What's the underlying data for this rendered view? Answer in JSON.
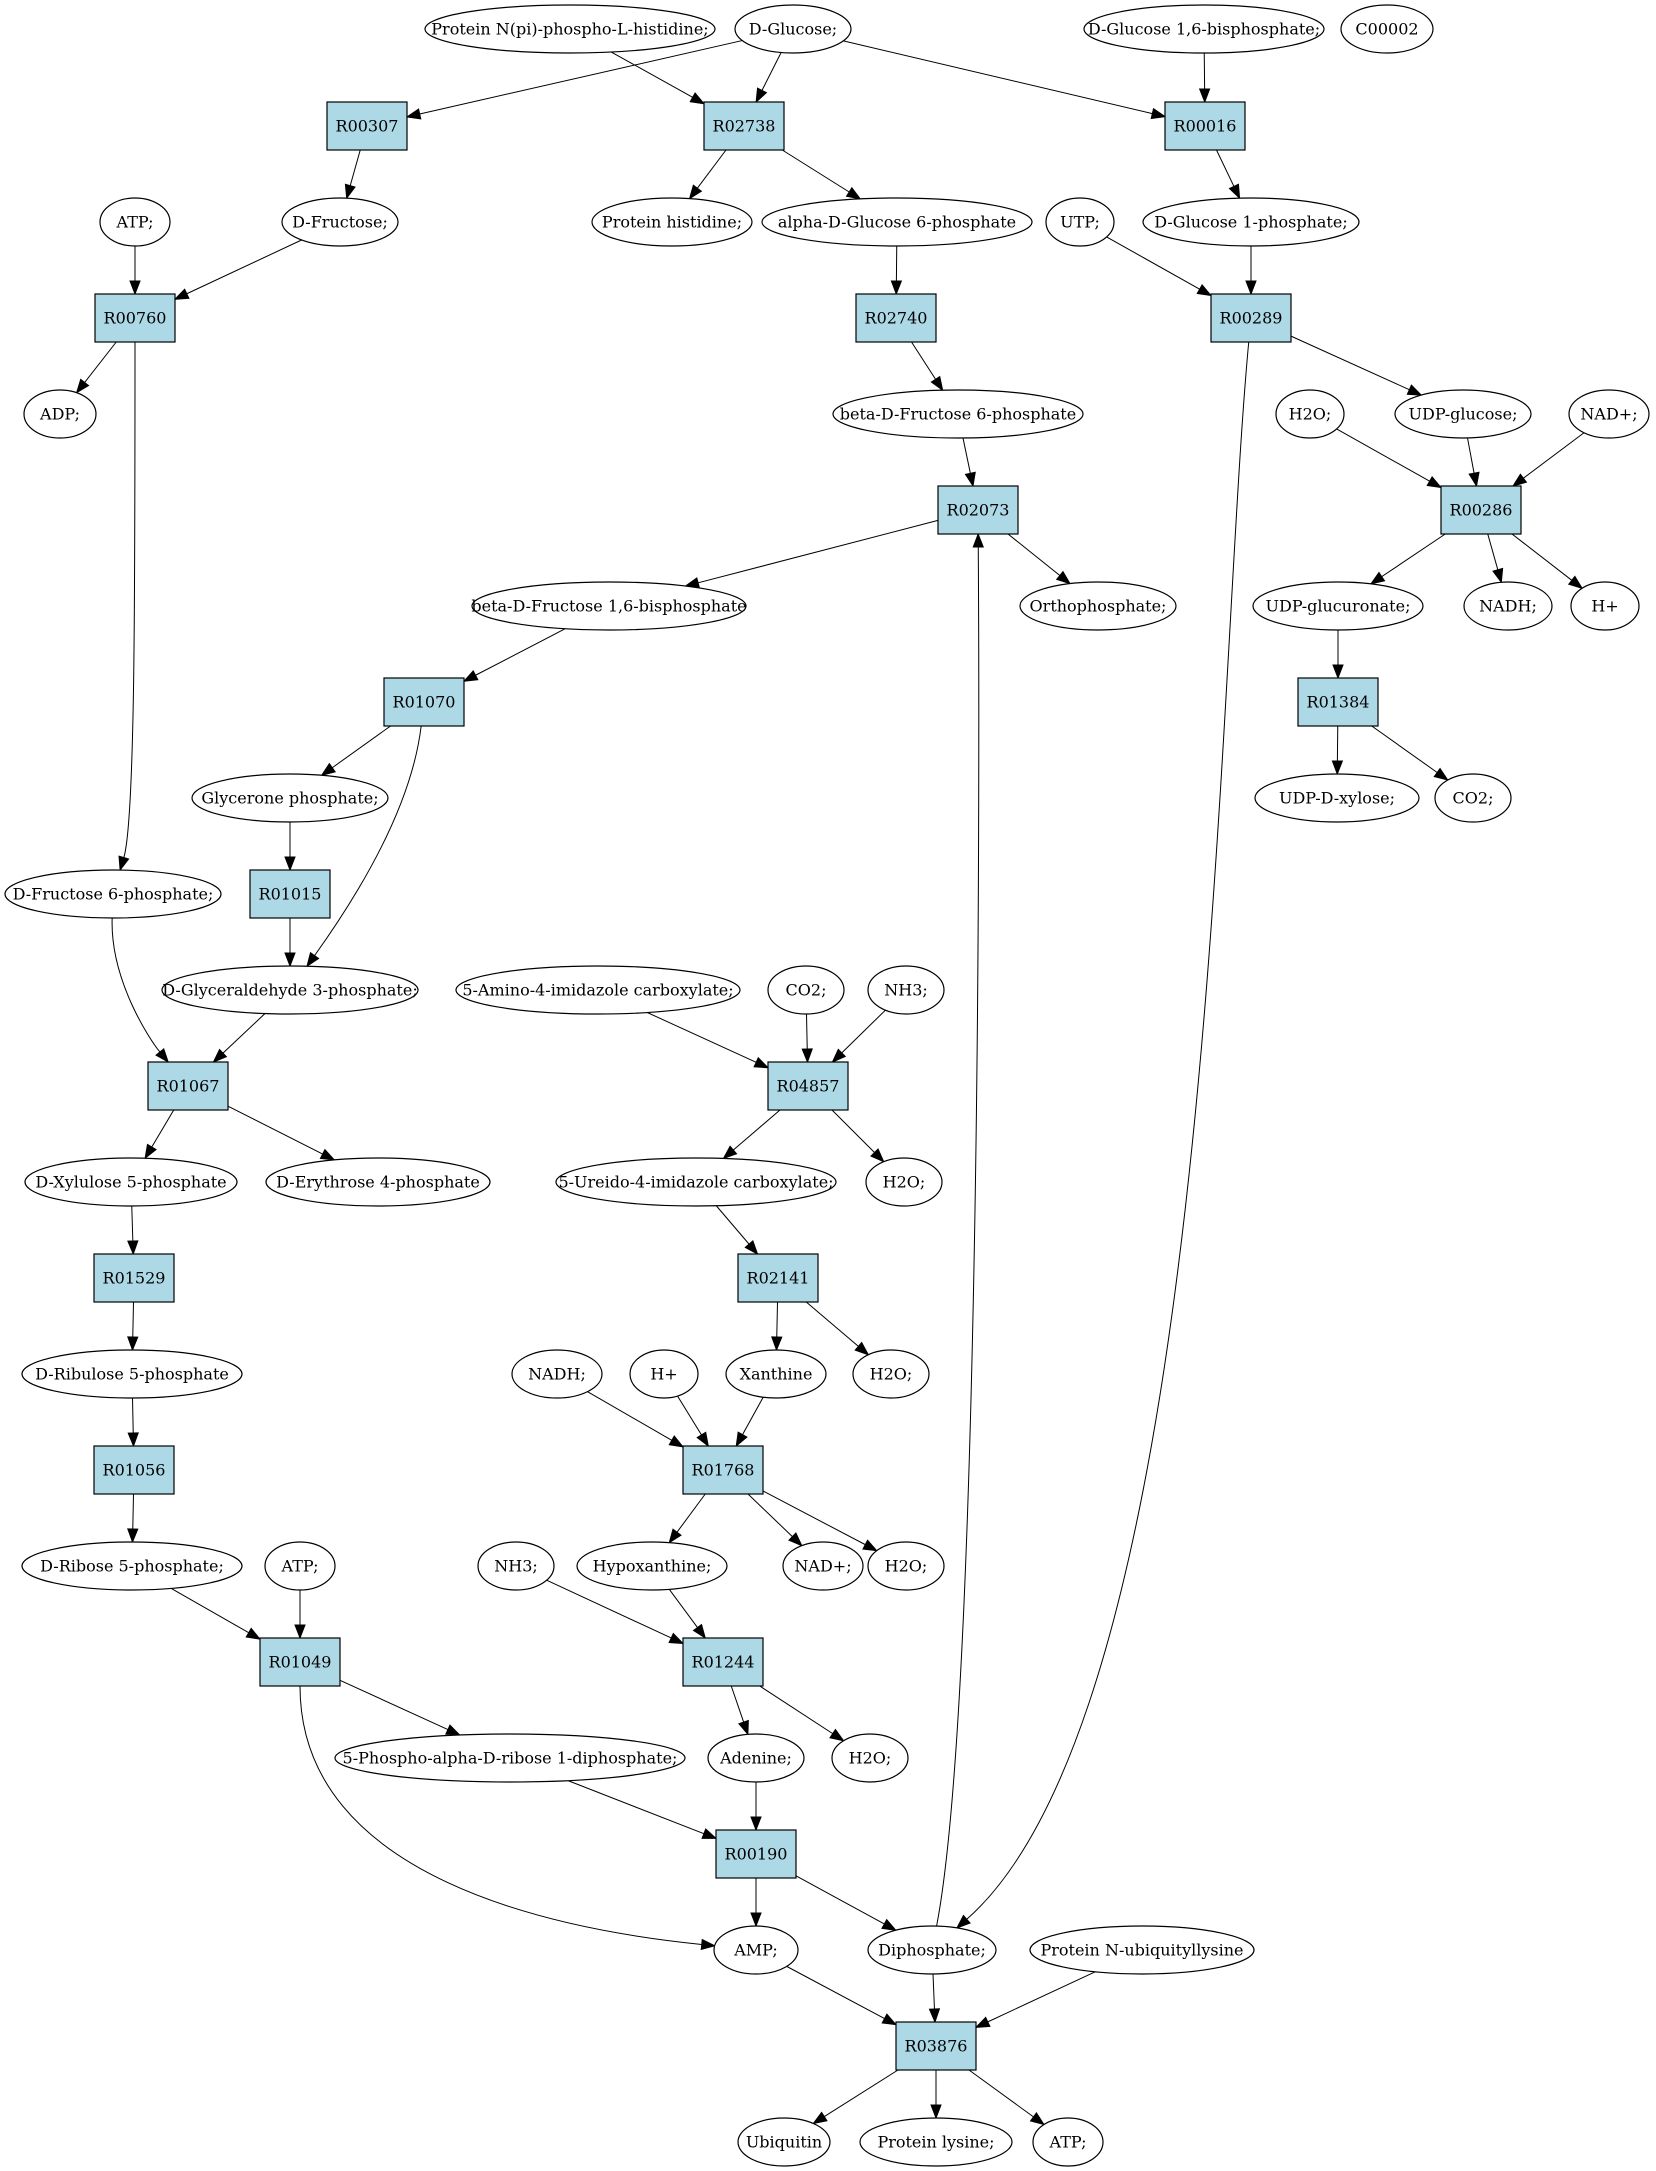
{
  "colors": {
    "reaction_fill": "#add8e6",
    "start_node": "#00ff00",
    "query_node": "#ffff00",
    "compound_fill": "#ffffff"
  },
  "nodes": [
    {
      "id": "n_protein_nphospho",
      "label": "Protein N(pi)-phospho-L-histidine;",
      "kind": "compound"
    },
    {
      "id": "n_dglucose",
      "label": "D-Glucose;",
      "kind": "compound",
      "color": "#00ff00"
    },
    {
      "id": "n_dglucose16bp",
      "label": "D-Glucose 1,6-bisphosphate;",
      "kind": "compound"
    },
    {
      "id": "n_c00002",
      "label": "C00002",
      "kind": "compound",
      "color": "#ffff00"
    },
    {
      "id": "r_R00307",
      "label": "R00307",
      "kind": "reaction"
    },
    {
      "id": "r_R02738",
      "label": "R02738",
      "kind": "reaction"
    },
    {
      "id": "r_R00016",
      "label": "R00016",
      "kind": "reaction"
    },
    {
      "id": "n_atp1",
      "label": "ATP;",
      "kind": "compound"
    },
    {
      "id": "n_dfructose",
      "label": "D-Fructose;",
      "kind": "compound"
    },
    {
      "id": "n_protein_his",
      "label": "Protein histidine;",
      "kind": "compound"
    },
    {
      "id": "n_adg6p",
      "label": "alpha-D-Glucose 6-phosphate",
      "kind": "compound"
    },
    {
      "id": "n_utp",
      "label": "UTP;",
      "kind": "compound"
    },
    {
      "id": "n_dglucose1p",
      "label": "D-Glucose 1-phosphate;",
      "kind": "compound"
    },
    {
      "id": "r_R00760",
      "label": "R00760",
      "kind": "reaction"
    },
    {
      "id": "r_R02740",
      "label": "R02740",
      "kind": "reaction"
    },
    {
      "id": "r_R00289",
      "label": "R00289",
      "kind": "reaction"
    },
    {
      "id": "n_adp",
      "label": "ADP;",
      "kind": "compound"
    },
    {
      "id": "n_bdf6p",
      "label": "beta-D-Fructose 6-phosphate",
      "kind": "compound"
    },
    {
      "id": "n_h2o_a",
      "label": "H2O;",
      "kind": "compound"
    },
    {
      "id": "n_udpglucose",
      "label": "UDP-glucose;",
      "kind": "compound"
    },
    {
      "id": "n_nadplus_a",
      "label": "NAD+;",
      "kind": "compound"
    },
    {
      "id": "r_R02073",
      "label": "R02073",
      "kind": "reaction"
    },
    {
      "id": "r_R00286",
      "label": "R00286",
      "kind": "reaction"
    },
    {
      "id": "n_bdf16bp",
      "label": "beta-D-Fructose 1,6-bisphosphate",
      "kind": "compound"
    },
    {
      "id": "n_orthophosphate",
      "label": "Orthophosphate;",
      "kind": "compound"
    },
    {
      "id": "n_udpglucuronate",
      "label": "UDP-glucuronate;",
      "kind": "compound"
    },
    {
      "id": "n_nadh_a",
      "label": "NADH;",
      "kind": "compound"
    },
    {
      "id": "n_hplus_a",
      "label": "H+",
      "kind": "compound"
    },
    {
      "id": "r_R01070",
      "label": "R01070",
      "kind": "reaction"
    },
    {
      "id": "r_R01384",
      "label": "R01384",
      "kind": "reaction"
    },
    {
      "id": "n_glyceronep",
      "label": "Glycerone phosphate;",
      "kind": "compound"
    },
    {
      "id": "n_udpxylose",
      "label": "UDP-D-xylose;",
      "kind": "compound"
    },
    {
      "id": "n_co2_a",
      "label": "CO2;",
      "kind": "compound"
    },
    {
      "id": "n_df6p",
      "label": "D-Fructose 6-phosphate;",
      "kind": "compound"
    },
    {
      "id": "r_R01015",
      "label": "R01015",
      "kind": "reaction"
    },
    {
      "id": "n_dg3p",
      "label": "D-Glyceraldehyde 3-phosphate;",
      "kind": "compound"
    },
    {
      "id": "n_aica",
      "label": "5-Amino-4-imidazole carboxylate;",
      "kind": "compound"
    },
    {
      "id": "n_co2_b",
      "label": "CO2;",
      "kind": "compound"
    },
    {
      "id": "n_nh3_a",
      "label": "NH3;",
      "kind": "compound"
    },
    {
      "id": "r_R01067",
      "label": "R01067",
      "kind": "reaction"
    },
    {
      "id": "r_R04857",
      "label": "R04857",
      "kind": "reaction"
    },
    {
      "id": "n_dx5p",
      "label": "D-Xylulose 5-phosphate",
      "kind": "compound"
    },
    {
      "id": "n_de4p",
      "label": "D-Erythrose 4-phosphate",
      "kind": "compound"
    },
    {
      "id": "n_uica",
      "label": "5-Ureido-4-imidazole carboxylate;",
      "kind": "compound"
    },
    {
      "id": "n_h2o_b",
      "label": "H2O;",
      "kind": "compound"
    },
    {
      "id": "r_R01529",
      "label": "R01529",
      "kind": "reaction"
    },
    {
      "id": "r_R02141",
      "label": "R02141",
      "kind": "reaction"
    },
    {
      "id": "n_dr5p_ribulose",
      "label": "D-Ribulose 5-phosphate",
      "kind": "compound"
    },
    {
      "id": "n_nadh_b",
      "label": "NADH;",
      "kind": "compound"
    },
    {
      "id": "n_hplus_b",
      "label": "H+",
      "kind": "compound"
    },
    {
      "id": "n_xanthine",
      "label": "Xanthine",
      "kind": "compound"
    },
    {
      "id": "n_h2o_c",
      "label": "H2O;",
      "kind": "compound"
    },
    {
      "id": "r_R01056",
      "label": "R01056",
      "kind": "reaction"
    },
    {
      "id": "r_R01768",
      "label": "R01768",
      "kind": "reaction"
    },
    {
      "id": "n_dribose5p",
      "label": "D-Ribose 5-phosphate;",
      "kind": "compound"
    },
    {
      "id": "n_atp2",
      "label": "ATP;",
      "kind": "compound"
    },
    {
      "id": "n_nh3_b",
      "label": "NH3;",
      "kind": "compound"
    },
    {
      "id": "n_hypoxanthine",
      "label": "Hypoxanthine;",
      "kind": "compound"
    },
    {
      "id": "n_nadplus_b",
      "label": "NAD+;",
      "kind": "compound"
    },
    {
      "id": "n_h2o_d",
      "label": "H2O;",
      "kind": "compound"
    },
    {
      "id": "r_R01049",
      "label": "R01049",
      "kind": "reaction"
    },
    {
      "id": "r_R01244",
      "label": "R01244",
      "kind": "reaction"
    },
    {
      "id": "n_prpp",
      "label": "5-Phospho-alpha-D-ribose 1-diphosphate;",
      "kind": "compound"
    },
    {
      "id": "n_adenine",
      "label": "Adenine;",
      "kind": "compound"
    },
    {
      "id": "n_h2o_e",
      "label": "H2O;",
      "kind": "compound"
    },
    {
      "id": "r_R00190",
      "label": "R00190",
      "kind": "reaction"
    },
    {
      "id": "n_amp",
      "label": "AMP;",
      "kind": "compound"
    },
    {
      "id": "n_diphosphate",
      "label": "Diphosphate;",
      "kind": "compound"
    },
    {
      "id": "n_protein_nubiq",
      "label": "Protein N-ubiquityllysine",
      "kind": "compound"
    },
    {
      "id": "r_R03876",
      "label": "R03876",
      "kind": "reaction"
    },
    {
      "id": "n_ubiquitin",
      "label": "Ubiquitin",
      "kind": "compound"
    },
    {
      "id": "n_protein_lys",
      "label": "Protein lysine;",
      "kind": "compound"
    },
    {
      "id": "n_atp3",
      "label": "ATP;",
      "kind": "compound"
    }
  ],
  "edges": [
    [
      "n_dglucose",
      "r_R00307"
    ],
    [
      "n_dglucose",
      "r_R02738"
    ],
    [
      "n_protein_nphospho",
      "r_R02738"
    ],
    [
      "n_dglucose",
      "r_R00016"
    ],
    [
      "n_dglucose16bp",
      "r_R00016"
    ],
    [
      "r_R00307",
      "n_dfructose"
    ],
    [
      "r_R02738",
      "n_protein_his"
    ],
    [
      "r_R02738",
      "n_adg6p"
    ],
    [
      "r_R00016",
      "n_dglucose1p"
    ],
    [
      "n_atp1",
      "r_R00760"
    ],
    [
      "n_dfructose",
      "r_R00760"
    ],
    [
      "n_adg6p",
      "r_R02740"
    ],
    [
      "n_utp",
      "r_R00289"
    ],
    [
      "n_dglucose1p",
      "r_R00289"
    ],
    [
      "r_R00760",
      "n_adp"
    ],
    [
      "r_R00760",
      "n_df6p"
    ],
    [
      "r_R02740",
      "n_bdf6p"
    ],
    [
      "r_R00289",
      "n_udpglucose"
    ],
    [
      "r_R00289",
      "n_diphosphate"
    ],
    [
      "n_bdf6p",
      "r_R02073"
    ],
    [
      "n_diphosphate",
      "r_R02073"
    ],
    [
      "n_h2o_a",
      "r_R00286"
    ],
    [
      "n_udpglucose",
      "r_R00286"
    ],
    [
      "n_nadplus_a",
      "r_R00286"
    ],
    [
      "r_R02073",
      "n_bdf16bp"
    ],
    [
      "r_R02073",
      "n_orthophosphate"
    ],
    [
      "r_R00286",
      "n_udpglucuronate"
    ],
    [
      "r_R00286",
      "n_nadh_a"
    ],
    [
      "r_R00286",
      "n_hplus_a"
    ],
    [
      "n_bdf16bp",
      "r_R01070"
    ],
    [
      "n_udpglucuronate",
      "r_R01384"
    ],
    [
      "r_R01070",
      "n_glyceronep"
    ],
    [
      "r_R01070",
      "n_dg3p"
    ],
    [
      "r_R01384",
      "n_udpxylose"
    ],
    [
      "r_R01384",
      "n_co2_a"
    ],
    [
      "n_glyceronep",
      "r_R01015"
    ],
    [
      "r_R01015",
      "n_dg3p"
    ],
    [
      "n_df6p",
      "r_R01067"
    ],
    [
      "n_dg3p",
      "r_R01067"
    ],
    [
      "n_aica",
      "r_R04857"
    ],
    [
      "n_co2_b",
      "r_R04857"
    ],
    [
      "n_nh3_a",
      "r_R04857"
    ],
    [
      "r_R01067",
      "n_dx5p"
    ],
    [
      "r_R01067",
      "n_de4p"
    ],
    [
      "r_R04857",
      "n_uica"
    ],
    [
      "r_R04857",
      "n_h2o_b"
    ],
    [
      "n_dx5p",
      "r_R01529"
    ],
    [
      "n_uica",
      "r_R02141"
    ],
    [
      "r_R01529",
      "n_dr5p_ribulose"
    ],
    [
      "r_R02141",
      "n_xanthine"
    ],
    [
      "r_R02141",
      "n_h2o_c"
    ],
    [
      "n_dr5p_ribulose",
      "r_R01056"
    ],
    [
      "n_nadh_b",
      "r_R01768"
    ],
    [
      "n_hplus_b",
      "r_R01768"
    ],
    [
      "n_xanthine",
      "r_R01768"
    ],
    [
      "r_R01056",
      "n_dribose5p"
    ],
    [
      "r_R01768",
      "n_hypoxanthine"
    ],
    [
      "r_R01768",
      "n_nadplus_b"
    ],
    [
      "r_R01768",
      "n_h2o_d"
    ],
    [
      "n_dribose5p",
      "r_R01049"
    ],
    [
      "n_atp2",
      "r_R01049"
    ],
    [
      "n_nh3_b",
      "r_R01244"
    ],
    [
      "n_hypoxanthine",
      "r_R01244"
    ],
    [
      "r_R01049",
      "n_prpp"
    ],
    [
      "r_R01049",
      "n_amp"
    ],
    [
      "r_R01244",
      "n_adenine"
    ],
    [
      "r_R01244",
      "n_h2o_e"
    ],
    [
      "n_prpp",
      "r_R00190"
    ],
    [
      "n_adenine",
      "r_R00190"
    ],
    [
      "r_R00190",
      "n_amp"
    ],
    [
      "r_R00190",
      "n_diphosphate"
    ],
    [
      "n_amp",
      "r_R03876"
    ],
    [
      "n_diphosphate",
      "r_R03876"
    ],
    [
      "n_protein_nubiq",
      "r_R03876"
    ],
    [
      "r_R03876",
      "n_ubiquitin"
    ],
    [
      "r_R03876",
      "n_protein_lys"
    ],
    [
      "r_R03876",
      "n_atp3"
    ]
  ]
}
